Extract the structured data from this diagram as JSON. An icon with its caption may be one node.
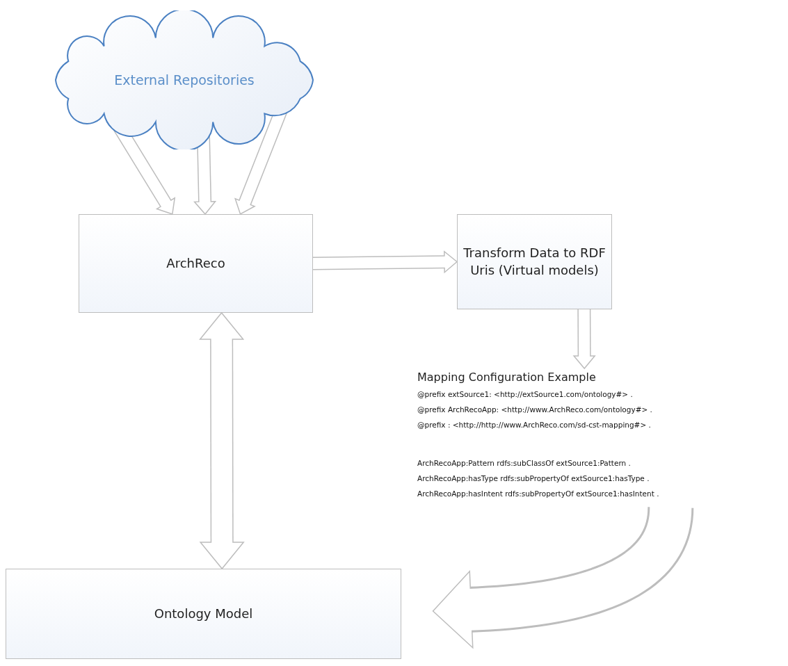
{
  "diagram": {
    "nodes": [
      {
        "text": [
          "External Repositories"
        ]
      },
      {
        "text": [
          "ArchReco"
        ]
      },
      {
        "text": [
          "Transform Data to RDF Uris (Virtual models)"
        ]
      },
      {
        "text": [
          "Mapping Configuration Example",
          "@prefix extSource1: <http://extSource1.com/ontology#> .",
          "@prefix ArchRecoApp: <http://www.ArchReco.com/ontology#> .",
          "@prefix : <http://http://www.ArchReco.com/sd-cst-mapping#> .",
          "ArchRecoApp:Pattern rdfs:subClassOf extSource1:Pattern .",
          "ArchRecoApp:hasType rdfs:subPropertyOf extSource1:hasType .",
          "ArchRecoApp:hasIntent rdfs:subPropertyOf extSource1:hasIntent ."
        ]
      },
      {
        "text": [
          "Ontology Model"
        ]
      }
    ],
    "edges": [
      {
        "from": 0,
        "to": 1,
        "arrow": "to"
      },
      {
        "from": 0,
        "to": 1,
        "arrow": "to"
      },
      {
        "from": 0,
        "to": 1,
        "arrow": "to"
      },
      {
        "from": 1,
        "to": 2,
        "arrow": "to"
      },
      {
        "from": 2,
        "to": 3,
        "arrow": "to"
      },
      {
        "from": 1,
        "to": 4,
        "arrow": "both"
      },
      {
        "from": 3,
        "to": 4,
        "arrow": "to",
        "style": "thick"
      }
    ]
  }
}
